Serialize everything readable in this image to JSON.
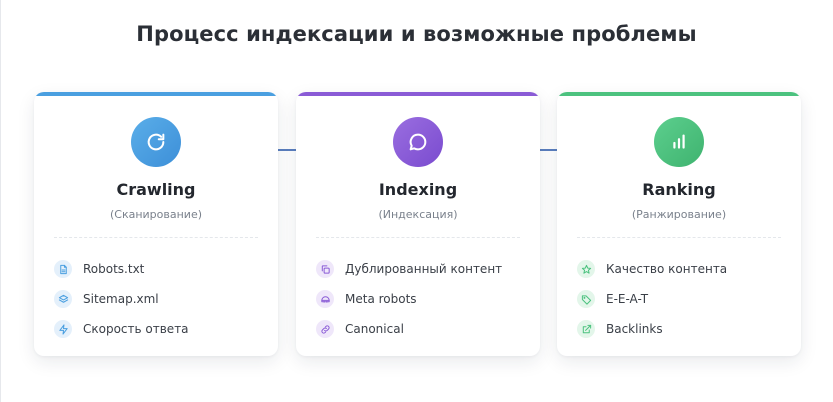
{
  "title": "Процесс индексации и возможные проблемы",
  "colors": {
    "crawling": "#4a9fe0",
    "indexing": "#8a5bd6",
    "ranking": "#4cc27f",
    "connector": "#5b7fbf"
  },
  "stages": [
    {
      "title": "Crawling",
      "subtitle": "(Сканирование)",
      "icon": "refresh-icon",
      "items": [
        {
          "label": "Robots.txt",
          "icon": "file-icon"
        },
        {
          "label": "Sitemap.xml",
          "icon": "layers-icon"
        },
        {
          "label": "Скорость ответа",
          "icon": "lightning-icon"
        }
      ]
    },
    {
      "title": "Indexing",
      "subtitle": "(Индексация)",
      "icon": "message-icon",
      "items": [
        {
          "label": "Дублированный контент",
          "icon": "copy-icon"
        },
        {
          "label": "Meta robots",
          "icon": "robot-icon"
        },
        {
          "label": "Canonical",
          "icon": "link-icon"
        }
      ]
    },
    {
      "title": "Ranking",
      "subtitle": "(Ранжирование)",
      "icon": "bar-chart-icon",
      "items": [
        {
          "label": "Качество контента",
          "icon": "star-icon"
        },
        {
          "label": "E-E-A-T",
          "icon": "tag-icon"
        },
        {
          "label": "Backlinks",
          "icon": "external-link-icon"
        }
      ]
    }
  ]
}
